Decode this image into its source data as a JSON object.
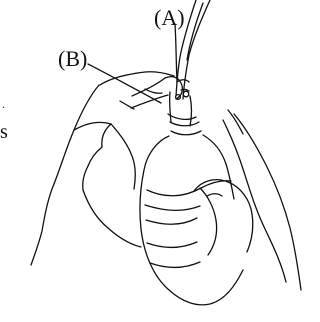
{
  "labels": {
    "a": "(A)",
    "b": "(B)"
  },
  "edge_text": {
    "top": ".",
    "bottom": "s"
  },
  "style": {
    "ink": "#111111",
    "background": "#ffffff"
  }
}
